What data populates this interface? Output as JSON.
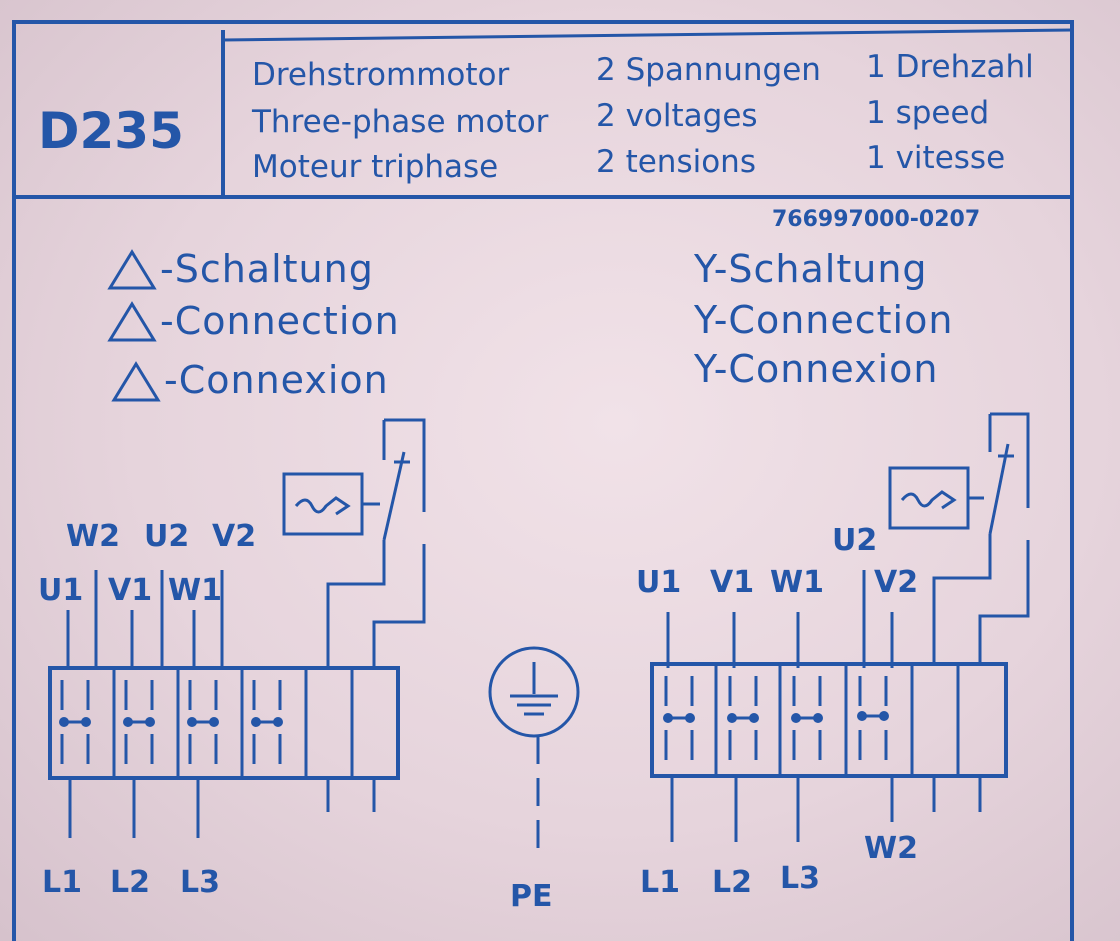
{
  "model": "D235",
  "header": {
    "col1": [
      "Drehstrommotor",
      "Three-phase motor",
      "Moteur triphase"
    ],
    "col2": [
      "2 Spannungen",
      "2 voltages",
      "2 tensions"
    ],
    "col3": [
      "1 Drehzahl",
      "1 speed",
      "1 vitesse"
    ]
  },
  "part_number": "766997000-0207",
  "delta": {
    "lines": [
      "-Schaltung",
      "-Connection",
      "-Connexion"
    ],
    "top_labels": [
      "W2",
      "U2",
      "V2"
    ],
    "bottom_top_labels": [
      "U1",
      "V1",
      "W1"
    ],
    "supply": [
      "L1",
      "L2",
      "L3"
    ]
  },
  "star": {
    "lines": [
      "Y-Schaltung",
      "Y-Connection",
      "Y-Connexion"
    ],
    "terminal_labels": [
      "U1",
      "V1",
      "W1"
    ],
    "u2": "U2",
    "v2": "V2",
    "w2": "W2",
    "supply": [
      "L1",
      "L2",
      "L3"
    ]
  },
  "earth_label": "PE",
  "colors": {
    "ink": "#2456a8",
    "plate": "#e8d8df"
  }
}
